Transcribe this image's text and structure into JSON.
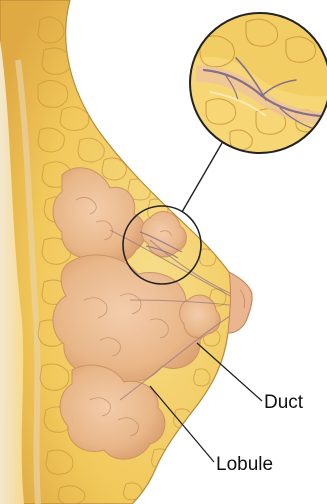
{
  "labels": {
    "duct": "Duct",
    "lobule": "Lobule"
  },
  "colors": {
    "background": "#ffffff",
    "tissue_fill": "#f3cf6a",
    "tissue_light": "#f8e3a2",
    "tissue_shadow": "#dca54a",
    "lobule_fill": "#ecb98d",
    "lobule_edge": "#c98f64",
    "duct_line": "#8f7688",
    "outline": "#333333",
    "leader_line": "#222222",
    "skin_edge": "#e6d7b8"
  },
  "icons": {
    "magnifier": "magnified-circle-inset"
  }
}
